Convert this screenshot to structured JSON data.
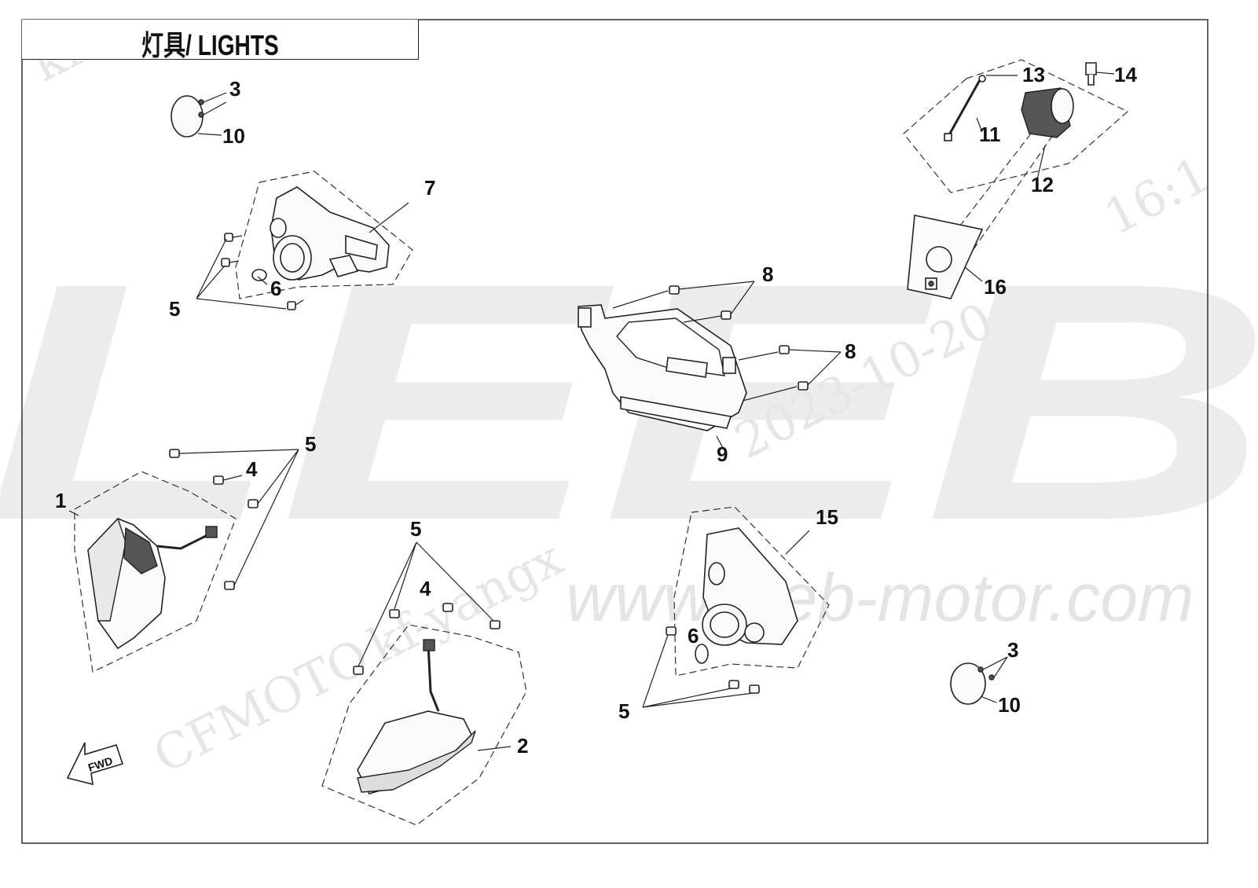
{
  "diagram": {
    "title": "灯具/ LIGHTS",
    "watermarks": {
      "brand": "LEEB",
      "website": "www.leeb-motor.com",
      "maker": "CFMOTO",
      "user": "kf-yangx",
      "user_top": "kf-",
      "date": "2023-10-20",
      "time": "16:1"
    },
    "fwd_arrow_label": "FWD",
    "callouts": {
      "c1": "1",
      "c2": "2",
      "c3a": "3",
      "c3b": "3",
      "c4a": "4",
      "c4b": "4",
      "c5a": "5",
      "c5b": "5",
      "c5c": "5",
      "c5d": "5",
      "c6a": "6",
      "c6b": "6",
      "c7": "7",
      "c8a": "8",
      "c8b": "8",
      "c9": "9",
      "c10a": "10",
      "c10b": "10",
      "c11": "11",
      "c12": "12",
      "c13": "13",
      "c14": "14",
      "c15": "15",
      "c16": "16"
    }
  }
}
